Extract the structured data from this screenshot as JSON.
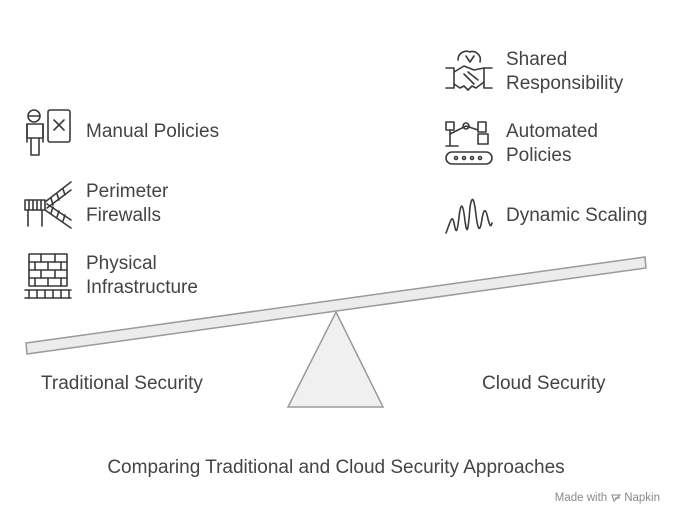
{
  "left_items": [
    {
      "label": "Manual Policies",
      "icon": "person-with-x-icon"
    },
    {
      "label": "Perimeter\nFirewalls",
      "icon": "barrier-firewall-icon"
    },
    {
      "label": "Physical\nInfrastructure",
      "icon": "brick-wall-icon"
    }
  ],
  "right_items": [
    {
      "label": "Shared\nResponsibility",
      "icon": "handshake-icon"
    },
    {
      "label": "Automated\nPolicies",
      "icon": "robot-arm-conveyor-icon"
    },
    {
      "label": "Dynamic Scaling",
      "icon": "waveform-icon"
    }
  ],
  "scale": {
    "left_label": "Traditional Security",
    "right_label": "Cloud Security"
  },
  "caption": "Comparing Traditional and Cloud Security Approaches",
  "credit": {
    "prefix": "Made with",
    "brand": "Napkin"
  },
  "colors": {
    "stroke": "#3a3a3a",
    "beam_fill": "#eeeeee",
    "beam_stroke": "#999999",
    "text": "#444444"
  }
}
